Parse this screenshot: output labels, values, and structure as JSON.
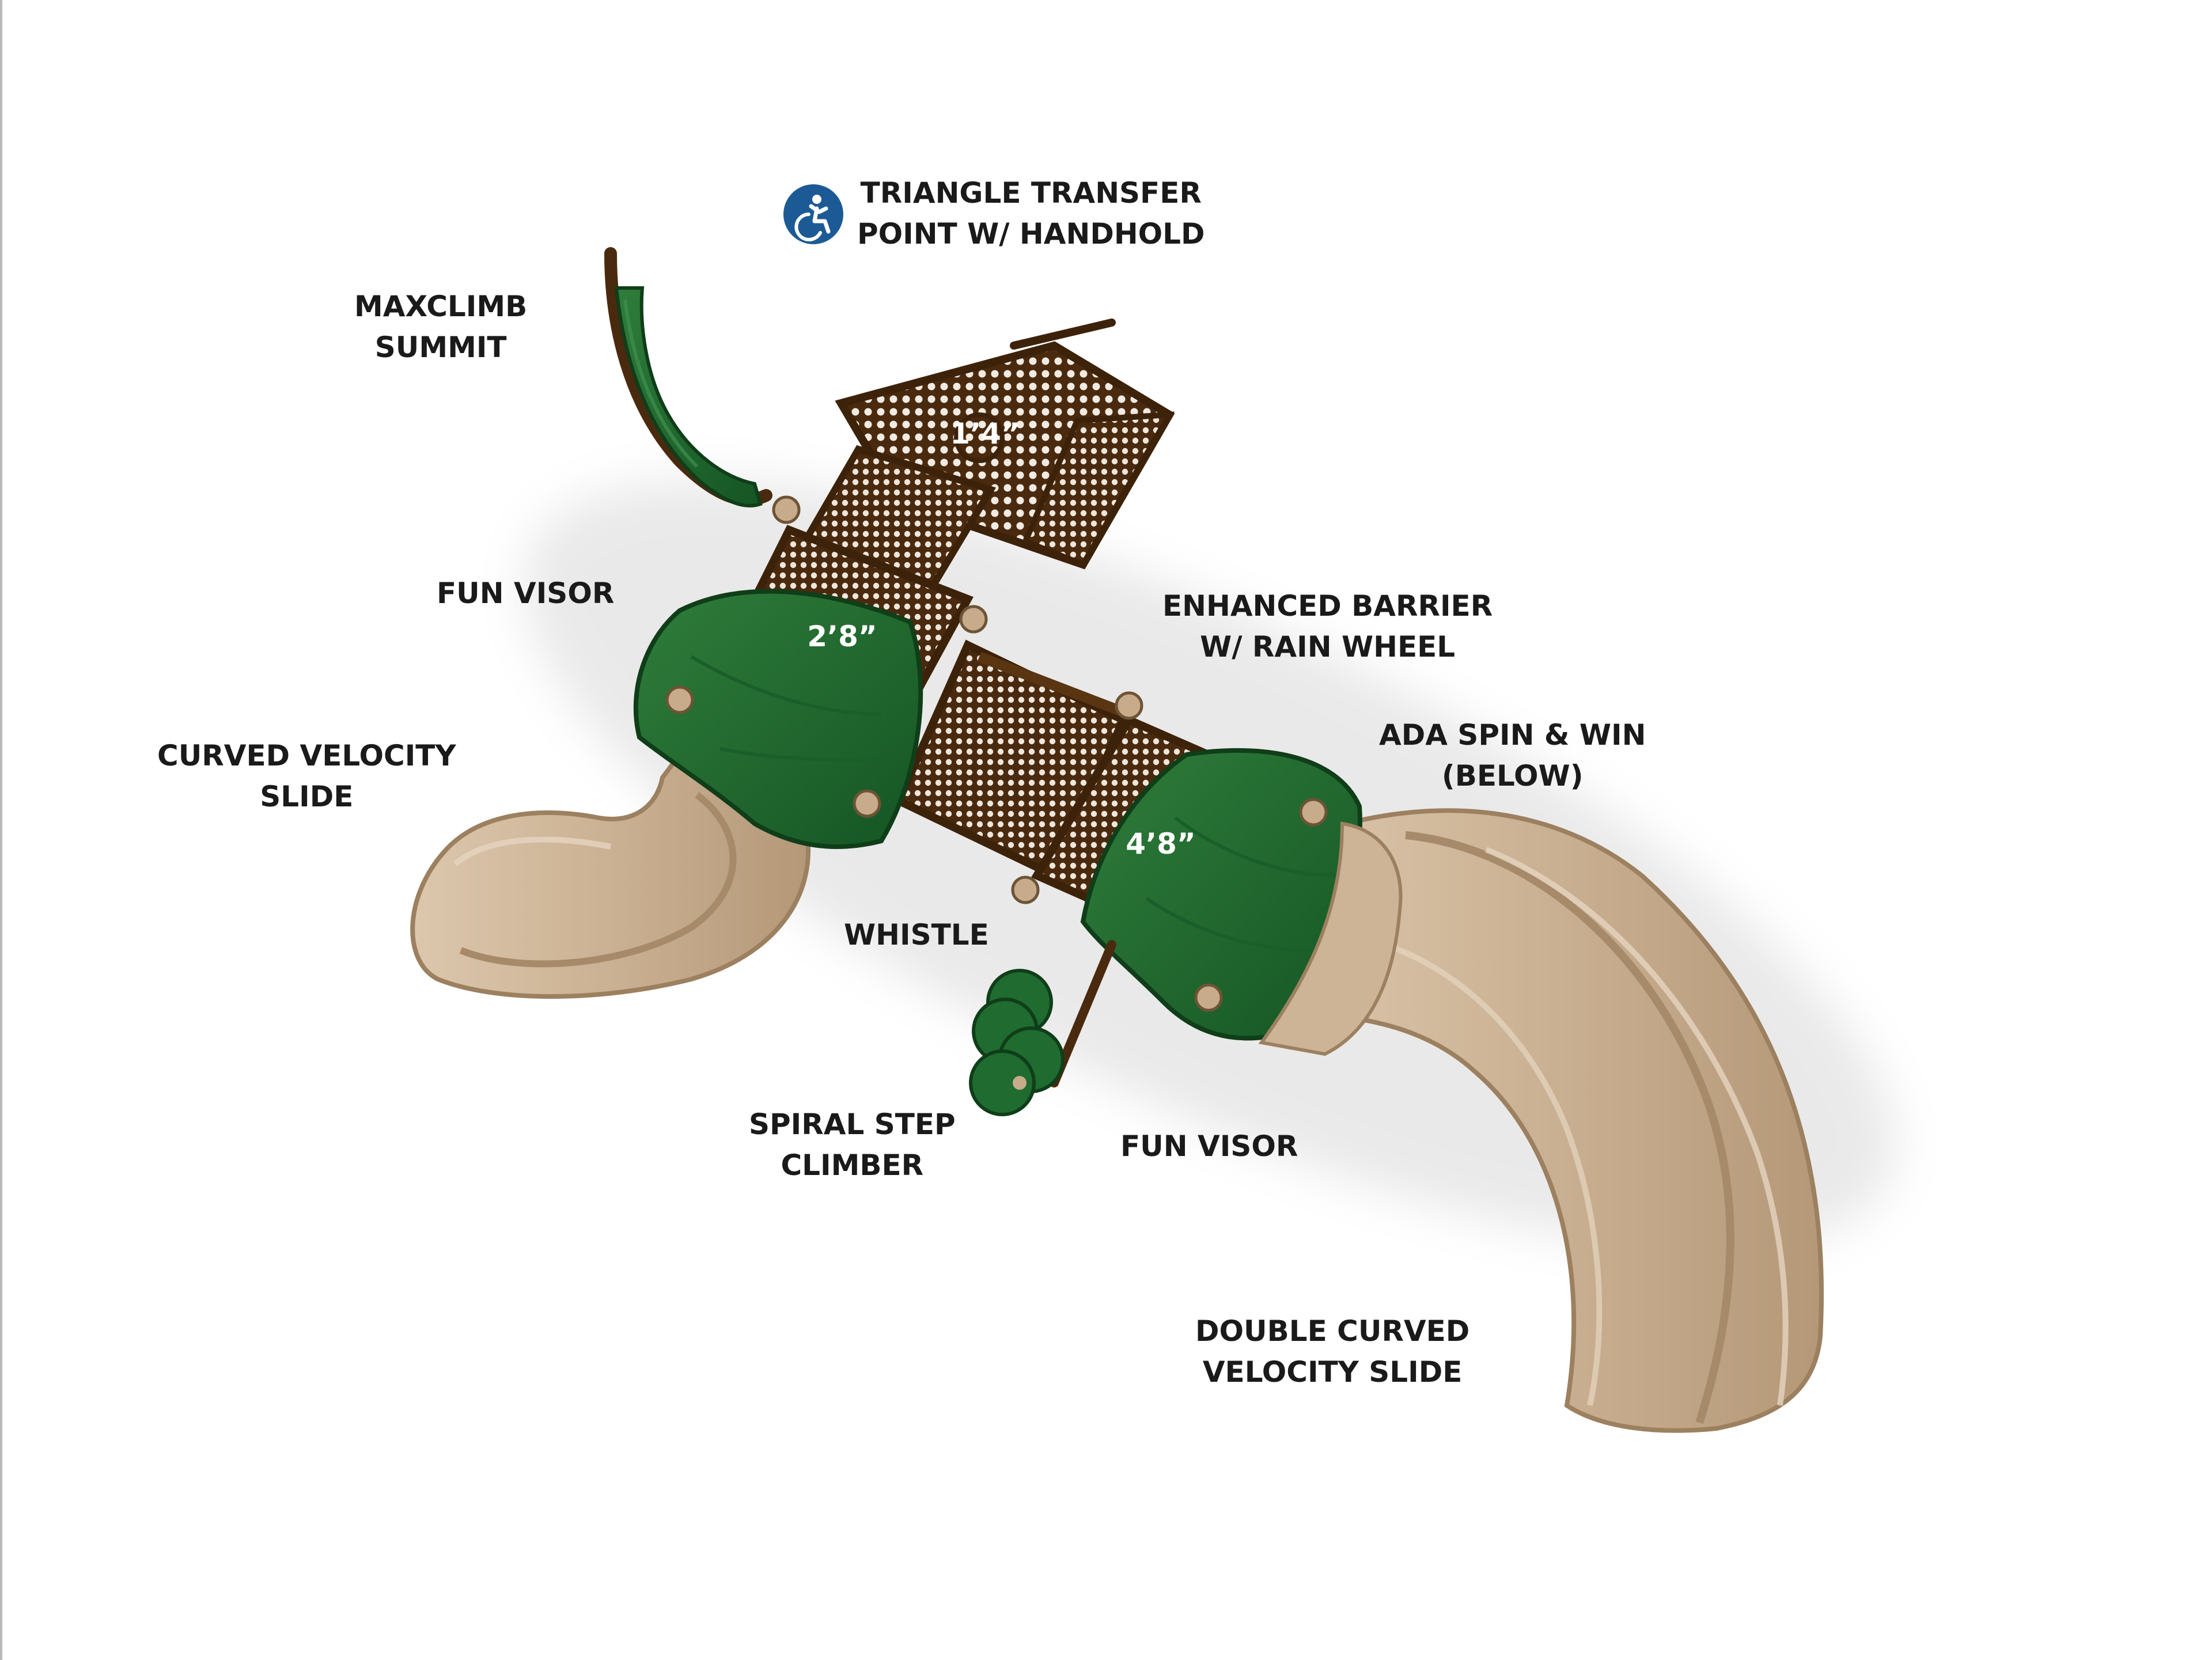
{
  "colors": {
    "visor_green": "#1f6b30",
    "visor_green_dark": "#124a1f",
    "deck_brown": "#5a3512",
    "deck_brown_dark": "#3d220a",
    "slide_tan": "#cdb497",
    "slide_tan_dark": "#a88c6c",
    "post_cap_tan": "#c7ab8a",
    "ada_blue": "#1c5a96",
    "wheel_yellow": "#e8c61c"
  },
  "icons": {
    "accessibility": "accessibility-icon"
  },
  "labels": {
    "triangle_transfer": [
      "TRIANGLE TRANSFER",
      "POINT W/ HANDHOLD"
    ],
    "maxclimb": [
      "MAXCLIMB",
      "SUMMIT"
    ],
    "fun_visor_top": [
      "FUN VISOR"
    ],
    "enhanced_barrier": [
      "ENHANCED BARRIER",
      "W/ RAIN WHEEL"
    ],
    "curved_velocity": [
      "CURVED VELOCITY",
      "SLIDE"
    ],
    "ada_spin": [
      "ADA SPIN & WIN",
      "(BELOW)"
    ],
    "whistle": [
      "WHISTLE"
    ],
    "spiral_step": [
      "SPIRAL STEP",
      "CLIMBER"
    ],
    "fun_visor_bottom": [
      "FUN VISOR"
    ],
    "double_curved": [
      "DOUBLE CURVED",
      "VELOCITY SLIDE"
    ]
  },
  "deck_heights": {
    "transfer_deck": "1’4”",
    "middle_deck": "2’8”",
    "upper_deck": "4’8”"
  }
}
